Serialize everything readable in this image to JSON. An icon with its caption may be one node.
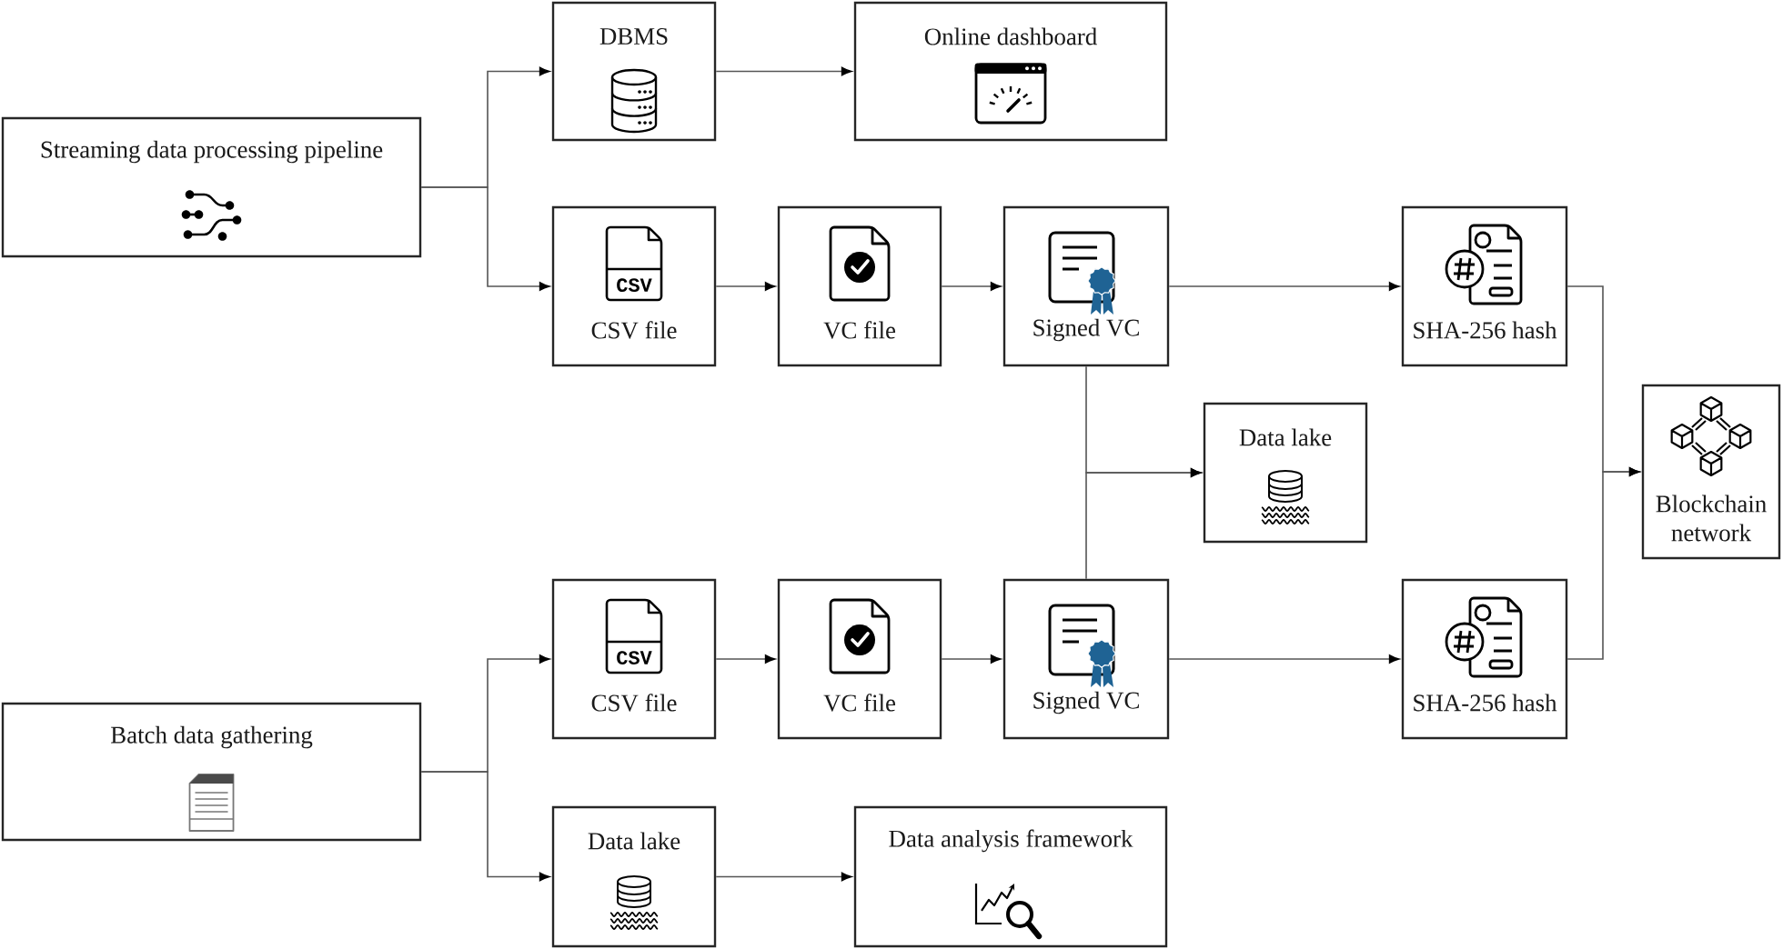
{
  "diagram": {
    "nodes": [
      {
        "text": [
          "Streaming data processing pipeline"
        ]
      },
      {
        "text": [
          "DBMS"
        ]
      },
      {
        "text": [
          "Online dashboard"
        ]
      },
      {
        "text": [
          "CSV",
          "CSV file"
        ]
      },
      {
        "text": [
          "VC file"
        ]
      },
      {
        "text": [
          "Signed VC"
        ]
      },
      {
        "text": [
          "SHA-256 hash"
        ]
      },
      {
        "text": [
          "Data lake"
        ]
      },
      {
        "text": [
          "Blockchain network"
        ]
      },
      {
        "text": [
          "Batch data gathering"
        ]
      },
      {
        "text": [
          "CSV",
          "CSV file"
        ]
      },
      {
        "text": [
          "VC file"
        ]
      },
      {
        "text": [
          "Signed VC"
        ]
      },
      {
        "text": [
          "SHA-256 hash"
        ]
      },
      {
        "text": [
          "Data lake"
        ]
      },
      {
        "text": [
          "Data analysis framework"
        ]
      }
    ],
    "edges": [
      {
        "from": 0,
        "to": 1,
        "arrow": "to"
      },
      {
        "from": 0,
        "to": 3,
        "arrow": "to"
      },
      {
        "from": 1,
        "to": 2,
        "arrow": "to"
      },
      {
        "from": 3,
        "to": 4,
        "arrow": "to"
      },
      {
        "from": 4,
        "to": 5,
        "arrow": "to"
      },
      {
        "from": 5,
        "to": 6,
        "arrow": "to"
      },
      {
        "from": 5,
        "to": 7,
        "arrow": "to"
      },
      {
        "from": 12,
        "to": 7,
        "arrow": "to"
      },
      {
        "from": 6,
        "to": 8,
        "arrow": "to"
      },
      {
        "from": 13,
        "to": 8,
        "arrow": "to"
      },
      {
        "from": 9,
        "to": 10,
        "arrow": "to"
      },
      {
        "from": 9,
        "to": 14,
        "arrow": "to"
      },
      {
        "from": 10,
        "to": 11,
        "arrow": "to"
      },
      {
        "from": 11,
        "to": 12,
        "arrow": "to"
      },
      {
        "from": 12,
        "to": 13,
        "arrow": "to"
      },
      {
        "from": 14,
        "to": 15,
        "arrow": "to"
      }
    ]
  }
}
